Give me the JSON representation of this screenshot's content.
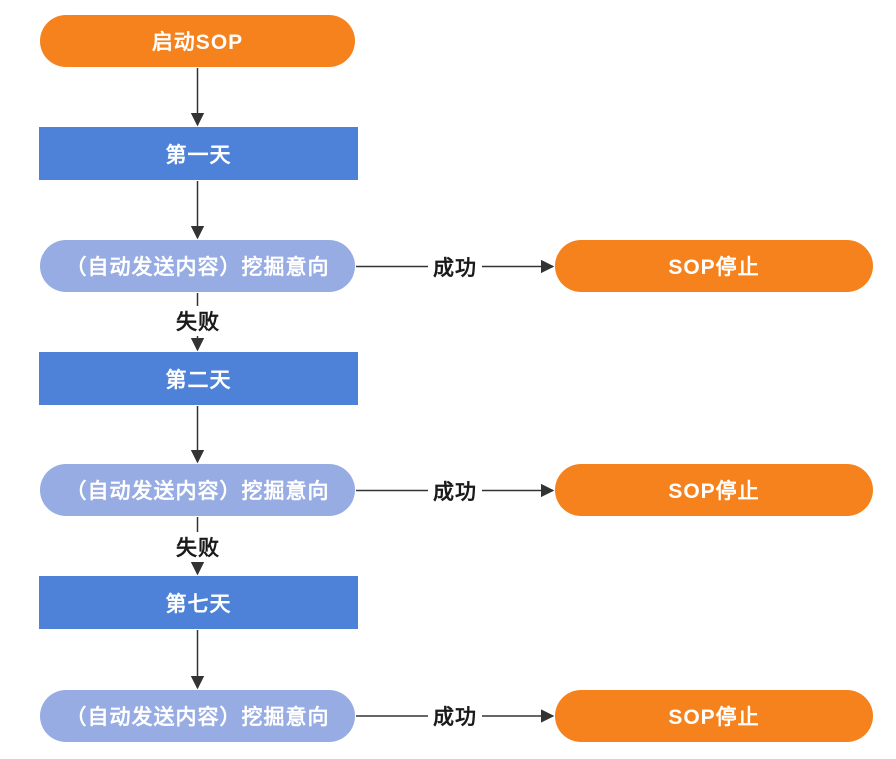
{
  "diagram": {
    "type": "flowchart",
    "background": "#ffffff",
    "colors": {
      "orange": "#f5821d",
      "blue": "#4e82d8",
      "light_blue": "#97ace2",
      "line": "#333333",
      "node_text": "#ffffff",
      "edge_label_text": "#1a1a1a"
    },
    "nodes": {
      "start": {
        "label": "启动SOP"
      },
      "day1": {
        "label": "第一天"
      },
      "intent1": {
        "label": "（自动发送内容）挖掘意向"
      },
      "stop1": {
        "label": "SOP停止"
      },
      "day2": {
        "label": "第二天"
      },
      "intent2": {
        "label": "（自动发送内容）挖掘意向"
      },
      "stop2": {
        "label": "SOP停止"
      },
      "day7": {
        "label": "第七天"
      },
      "intent3": {
        "label": "（自动发送内容）挖掘意向"
      },
      "stop3": {
        "label": "SOP停止"
      }
    },
    "edge_labels": {
      "success": "成功",
      "fail": "失败"
    },
    "edges": [
      {
        "from": "start",
        "to": "day1",
        "label": ""
      },
      {
        "from": "day1",
        "to": "intent1",
        "label": ""
      },
      {
        "from": "intent1",
        "to": "stop1",
        "label": "成功"
      },
      {
        "from": "intent1",
        "to": "day2",
        "label": "失败"
      },
      {
        "from": "day2",
        "to": "intent2",
        "label": ""
      },
      {
        "from": "intent2",
        "to": "stop2",
        "label": "成功"
      },
      {
        "from": "intent2",
        "to": "day7",
        "label": "失败"
      },
      {
        "from": "day7",
        "to": "intent3",
        "label": ""
      },
      {
        "from": "intent3",
        "to": "stop3",
        "label": "成功"
      }
    ]
  }
}
